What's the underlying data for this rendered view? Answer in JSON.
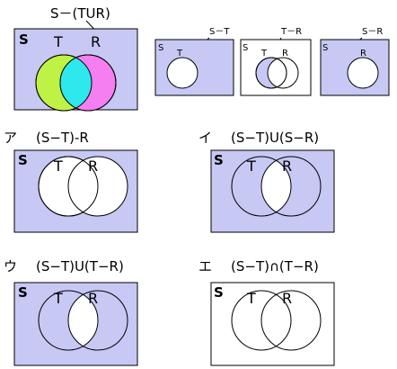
{
  "colors": {
    "shade": "#c8c8f5",
    "white": "#ffffff",
    "outline": "#000000",
    "t_only": "#bef244",
    "r_only": "#f57ef0",
    "intersection": "#2ee8ee"
  },
  "top": {
    "caption": "S－(TUR)",
    "set_label": "S",
    "t_label": "T",
    "r_label": "R"
  },
  "small": [
    {
      "caption": "S－T",
      "set_label": "S",
      "t_label": "T",
      "r_label": ""
    },
    {
      "caption": "T－R",
      "set_label": "S",
      "t_label": "T",
      "r_label": "R"
    },
    {
      "caption": "S－R",
      "set_label": "S",
      "t_label": "",
      "r_label": "R"
    }
  ],
  "options": [
    {
      "marker": "ア",
      "expr": "(S−T)-R",
      "set_label": "S",
      "t_label": "T",
      "r_label": "R"
    },
    {
      "marker": "イ",
      "expr": "(S−T)U(S−R)",
      "set_label": "S",
      "t_label": "T",
      "r_label": "R"
    },
    {
      "marker": "ウ",
      "expr": "(S−T)U(T−R)",
      "set_label": "S",
      "t_label": "T",
      "r_label": "R"
    },
    {
      "marker": "エ",
      "expr": "(S−T)∩(T−R)",
      "set_label": "S",
      "t_label": "T",
      "r_label": "R"
    }
  ]
}
